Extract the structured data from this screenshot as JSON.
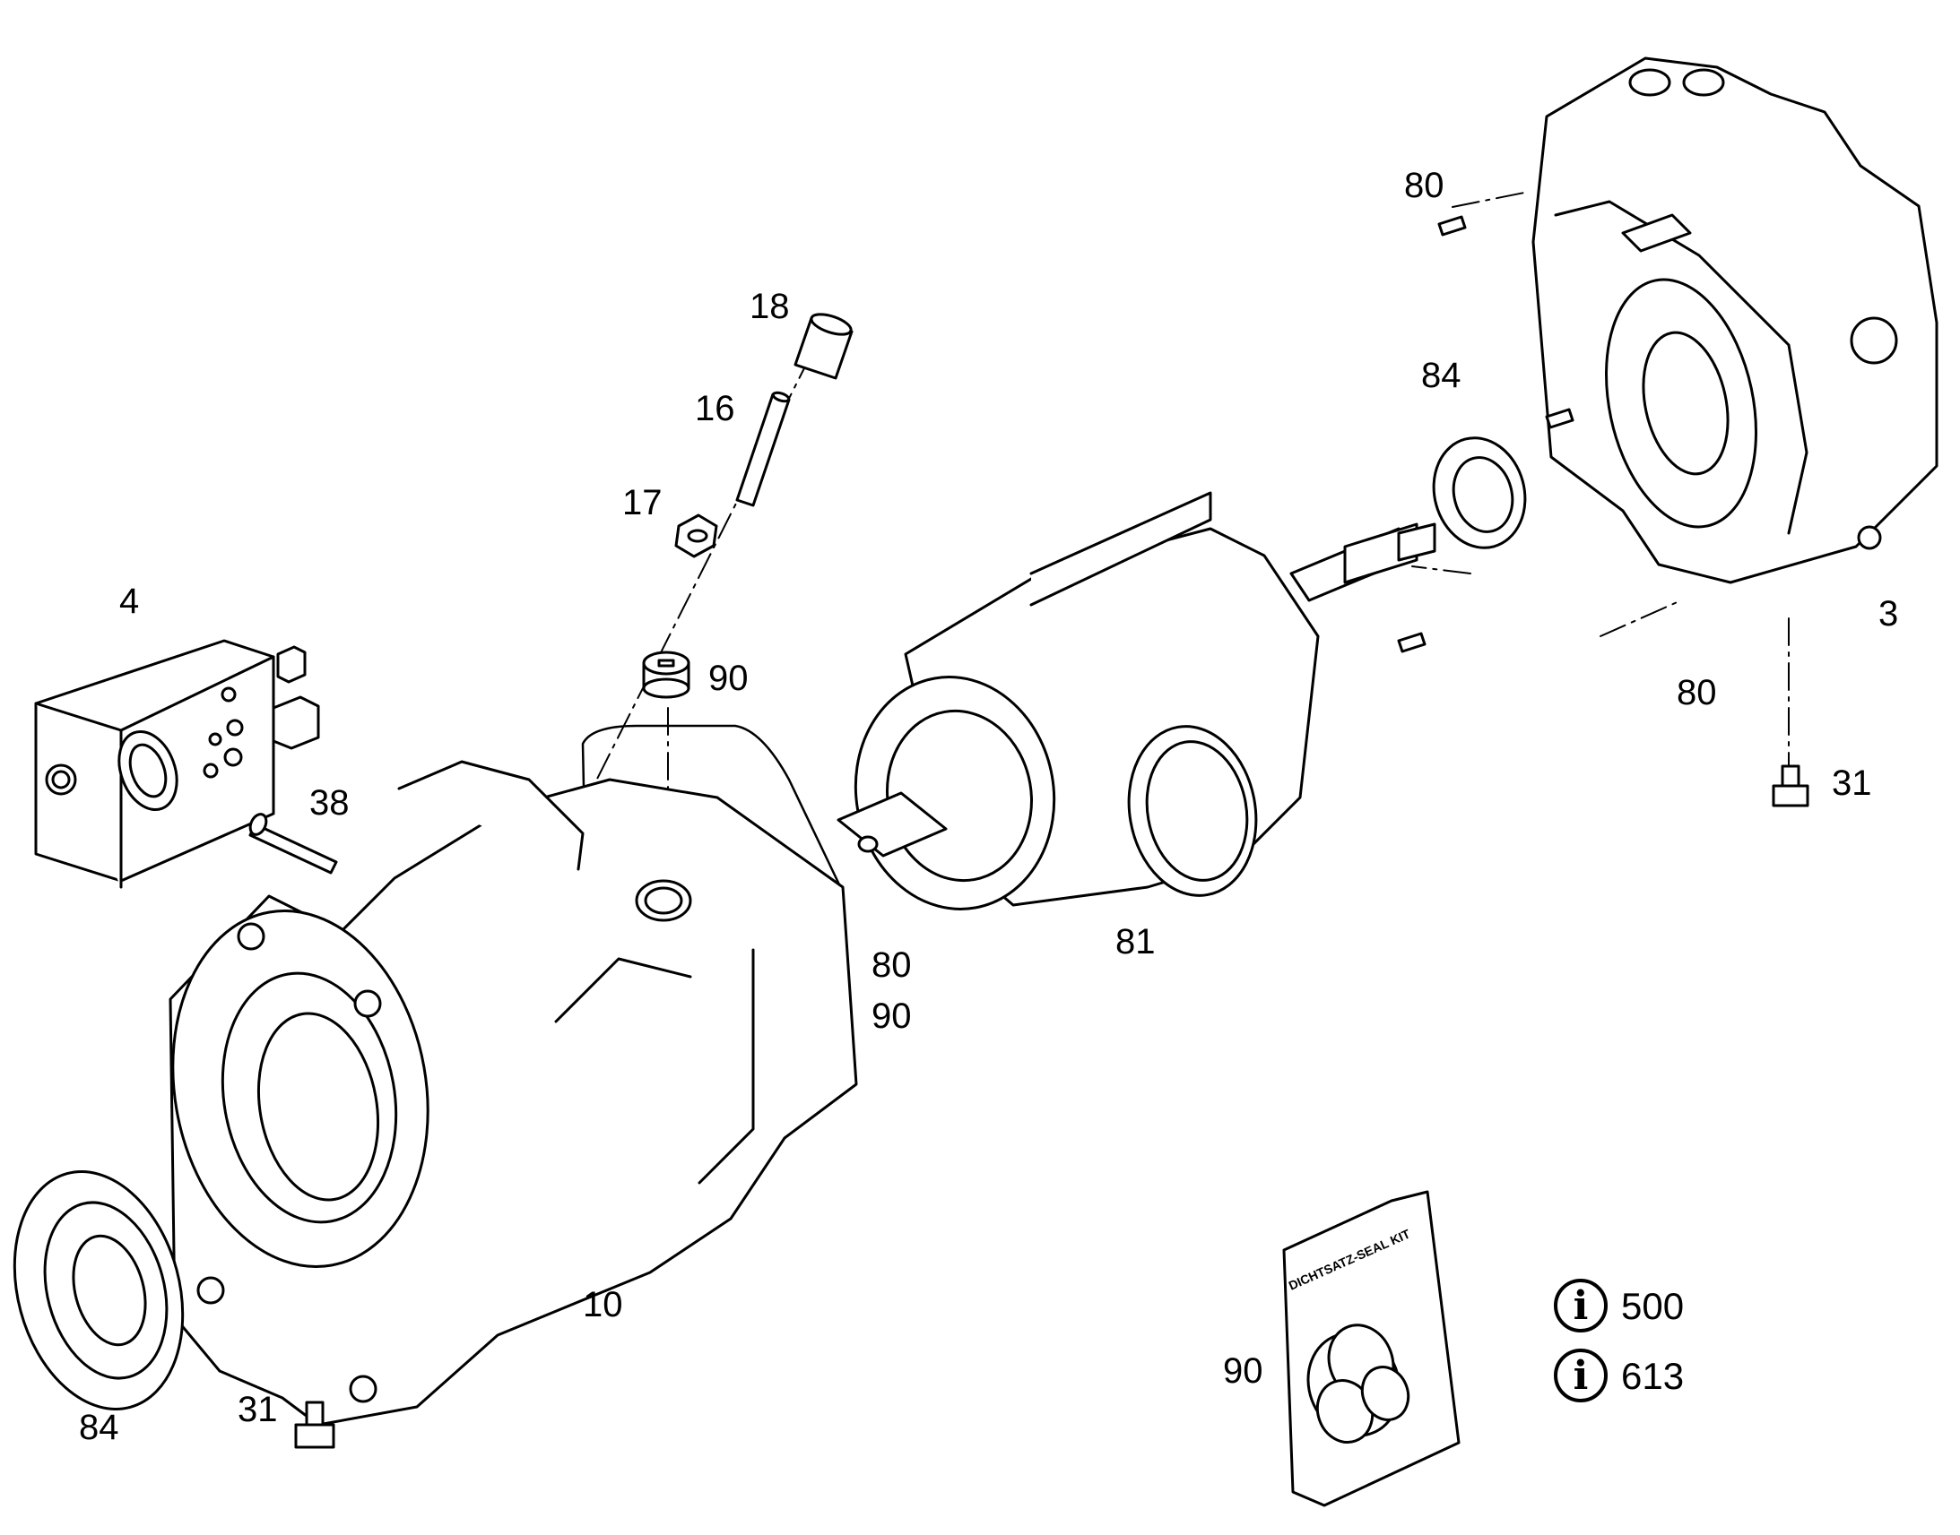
{
  "callouts": {
    "c18": "18",
    "c16": "16",
    "c17": "17",
    "c4": "4",
    "c90_plug": "90",
    "c38": "38",
    "c80_oring": "80",
    "c90_oring": "90",
    "c81": "81",
    "c10": "10",
    "c84_left": "84",
    "c31_left": "31",
    "c80_top": "80",
    "c84_right": "84",
    "c3": "3",
    "c80_right": "80",
    "c31_right": "31",
    "c90_kit": "90"
  },
  "seal_kit": {
    "bag_label": "DICHTSATZ-SEAL KIT"
  },
  "info_refs": [
    {
      "icon": "info-icon",
      "symbol": "i",
      "label": "500"
    },
    {
      "icon": "info-icon",
      "symbol": "i",
      "label": "613"
    }
  ]
}
